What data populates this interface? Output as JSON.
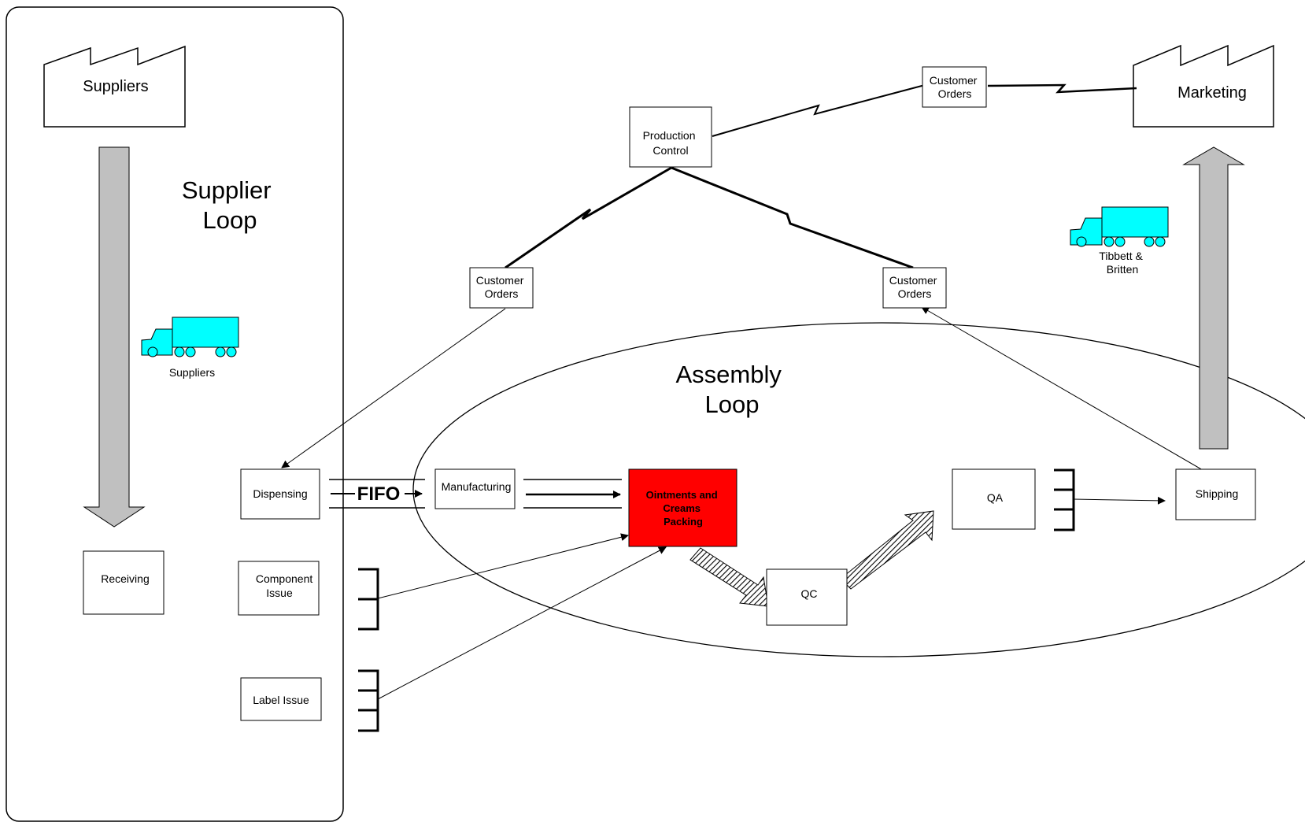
{
  "colors": {
    "line": "#000000",
    "kaizen_red": "#ff0000",
    "truck": "#00ffff",
    "big_arrow": "#c0c0c0",
    "box_fill": "#ffffff"
  },
  "regions": {
    "supplier_loop": [
      "Supplier",
      "Loop"
    ],
    "assembly_loop": [
      "Assembly",
      "Loop"
    ]
  },
  "factories": {
    "suppliers": "Suppliers",
    "marketing": "Marketing"
  },
  "trucks": {
    "suppliers": [
      "Suppliers"
    ],
    "tibbett": [
      "Tibbett &",
      "Britten"
    ]
  },
  "info_boxes": {
    "production_control": [
      "Production",
      "Control"
    ],
    "customer_orders_top": [
      "Customer",
      "Orders"
    ],
    "customer_orders_left": [
      "Customer",
      "Orders"
    ],
    "customer_orders_right": [
      "Customer",
      "Orders"
    ]
  },
  "processes": {
    "receiving": [
      "Receiving"
    ],
    "dispensing": [
      "Dispensing"
    ],
    "component_issue": [
      "Component",
      "Issue"
    ],
    "label_issue": [
      "Label Issue"
    ],
    "manufacturing": [
      "Manufacturing"
    ],
    "packing": [
      "Ointments and",
      "Creams",
      "Packing"
    ],
    "qc": [
      "QC"
    ],
    "qa": [
      "QA"
    ],
    "shipping": [
      "Shipping"
    ]
  },
  "fifo_label": "FIFO"
}
